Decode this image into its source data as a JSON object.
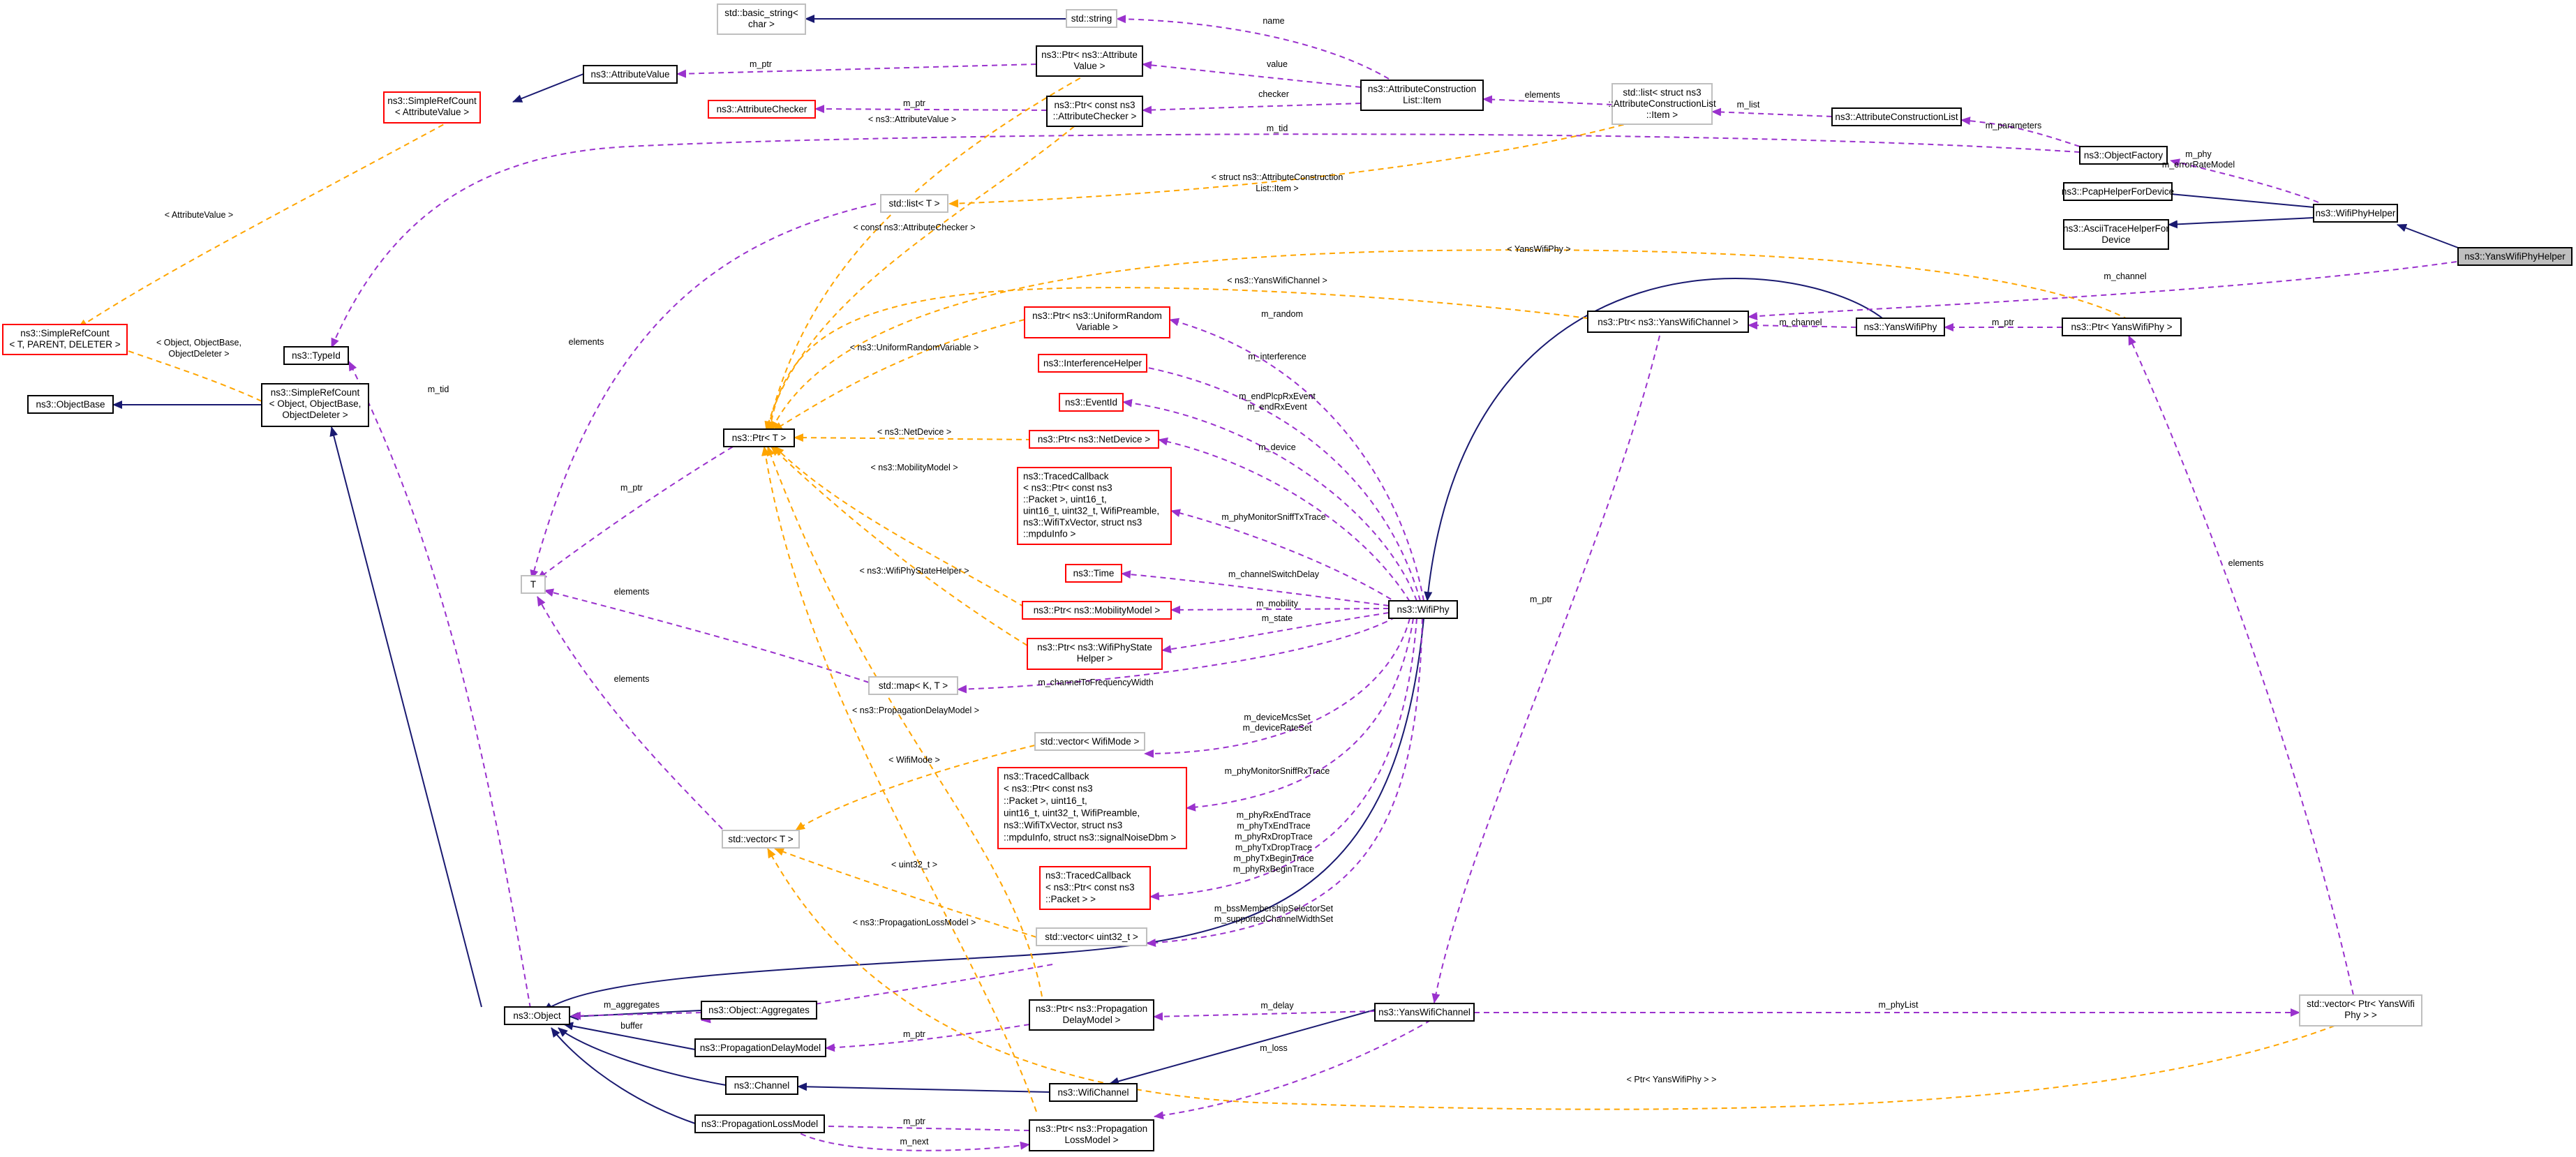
{
  "colors": {
    "inheritance": "#191970",
    "usage": "#9a32cd",
    "template": "#ffa500",
    "node_border": "#000000",
    "undocumented_node_border": "#ff0000",
    "external_node_border": "#bfbfbf",
    "highlight_fill": "#bfbfbf"
  },
  "nodes": [
    {
      "id": "yanswifiphyhelper",
      "lines": [
        "ns3::YansWifiPhyHelper"
      ],
      "style": "highlight"
    },
    {
      "id": "wifiphyhelper",
      "lines": [
        "ns3::WifiPhyHelper"
      ],
      "style": "black"
    },
    {
      "id": "pcaphelper",
      "lines": [
        "ns3::PcapHelperForDevice"
      ],
      "style": "black"
    },
    {
      "id": "asciitracehelper",
      "lines": [
        "ns3::AsciiTraceHelperFor",
        "Device"
      ],
      "style": "black"
    },
    {
      "id": "objectfactory",
      "lines": [
        "ns3::ObjectFactory"
      ],
      "style": "black"
    },
    {
      "id": "attrconstructionlist",
      "lines": [
        "ns3::AttributeConstructionList"
      ],
      "style": "black"
    },
    {
      "id": "stdlist_item",
      "lines": [
        "std::list< struct ns3",
        "::AttributeConstructionList",
        "::Item >"
      ],
      "style": "gray"
    },
    {
      "id": "attrconstructionlist_item",
      "lines": [
        "ns3::AttributeConstruction",
        "List::Item"
      ],
      "style": "black"
    },
    {
      "id": "stdstring",
      "lines": [
        "std::string"
      ],
      "style": "gray"
    },
    {
      "id": "basicstring",
      "lines": [
        "std::basic_string<",
        "char >"
      ],
      "style": "gray"
    },
    {
      "id": "ptr_attrvalue",
      "lines": [
        "ns3::Ptr< ns3::Attribute",
        "Value >"
      ],
      "style": "black"
    },
    {
      "id": "attributevalue",
      "lines": [
        "ns3::AttributeValue"
      ],
      "style": "black"
    },
    {
      "id": "src_attrvalue",
      "lines": [
        "ns3::SimpleRefCount",
        "< AttributeValue >"
      ],
      "style": "red"
    },
    {
      "id": "ptr_attrchecker",
      "lines": [
        "ns3::Ptr< const ns3",
        "::AttributeChecker >"
      ],
      "style": "black"
    },
    {
      "id": "attributechecker",
      "lines": [
        "ns3::AttributeChecker"
      ],
      "style": "red"
    },
    {
      "id": "stdlist_t",
      "lines": [
        "std::list< T >"
      ],
      "style": "gray"
    },
    {
      "id": "src_tparent",
      "lines": [
        "ns3::SimpleRefCount",
        "< T, PARENT, DELETER >"
      ],
      "style": "red"
    },
    {
      "id": "typeid",
      "lines": [
        "ns3::TypeId"
      ],
      "style": "black"
    },
    {
      "id": "src_object",
      "lines": [
        "ns3::SimpleRefCount",
        "< Object, ObjectBase,",
        "ObjectDeleter >"
      ],
      "style": "black"
    },
    {
      "id": "objectbase",
      "lines": [
        "ns3::ObjectBase"
      ],
      "style": "black"
    },
    {
      "id": "ptr_t",
      "lines": [
        "ns3::Ptr< T >"
      ],
      "style": "black"
    },
    {
      "id": "t",
      "lines": [
        "T"
      ],
      "style": "gray"
    },
    {
      "id": "ptr_urv",
      "lines": [
        "ns3::Ptr< ns3::UniformRandom",
        "Variable >"
      ],
      "style": "red"
    },
    {
      "id": "interferencehelper",
      "lines": [
        "ns3::InterferenceHelper"
      ],
      "style": "red"
    },
    {
      "id": "eventid",
      "lines": [
        "ns3::EventId"
      ],
      "style": "red"
    },
    {
      "id": "ptr_netdevice",
      "lines": [
        "ns3::Ptr< ns3::NetDevice >"
      ],
      "style": "red"
    },
    {
      "id": "tc_tx",
      "lines": [
        "ns3::TracedCallback",
        "< ns3::Ptr< const ns3",
        "::Packet >, uint16_t,",
        "uint16_t, uint32_t, WifiPreamble,",
        "ns3::WifiTxVector, struct ns3",
        "::mpduInfo >"
      ],
      "style": "red"
    },
    {
      "id": "time",
      "lines": [
        "ns3::Time"
      ],
      "style": "red"
    },
    {
      "id": "ptr_mobility",
      "lines": [
        "ns3::Ptr< ns3::MobilityModel >"
      ],
      "style": "red"
    },
    {
      "id": "ptr_phystate",
      "lines": [
        "ns3::Ptr< ns3::WifiPhyState",
        "Helper >"
      ],
      "style": "red"
    },
    {
      "id": "stdmap",
      "lines": [
        "std::map< K, T >"
      ],
      "style": "gray"
    },
    {
      "id": "vec_wifimode",
      "lines": [
        "std::vector< WifiMode >"
      ],
      "style": "gray"
    },
    {
      "id": "tc_rx",
      "lines": [
        "ns3::TracedCallback",
        "< ns3::Ptr< const ns3",
        "::Packet >, uint16_t,",
        "uint16_t, uint32_t, WifiPreamble,",
        "ns3::WifiTxVector, struct ns3",
        "::mpduInfo, struct ns3::signalNoiseDbm >"
      ],
      "style": "red"
    },
    {
      "id": "vec_t",
      "lines": [
        "std::vector< T >"
      ],
      "style": "gray"
    },
    {
      "id": "tc_packet",
      "lines": [
        "ns3::TracedCallback",
        "< ns3::Ptr< const ns3",
        "::Packet > >"
      ],
      "style": "red"
    },
    {
      "id": "vec_uint32",
      "lines": [
        "std::vector< uint32_t >"
      ],
      "style": "gray"
    },
    {
      "id": "wifiphy",
      "lines": [
        "ns3::WifiPhy"
      ],
      "style": "black"
    },
    {
      "id": "ptr_yanschannel",
      "lines": [
        "ns3::Ptr< ns3::YansWifiChannel >"
      ],
      "style": "black"
    },
    {
      "id": "yanswifiphy",
      "lines": [
        "ns3::YansWifiPhy"
      ],
      "style": "black"
    },
    {
      "id": "ptr_yansphy",
      "lines": [
        "ns3::Ptr< YansWifiPhy >"
      ],
      "style": "black"
    },
    {
      "id": "object",
      "lines": [
        "ns3::Object"
      ],
      "style": "black"
    },
    {
      "id": "aggregates",
      "lines": [
        "ns3::Object::Aggregates"
      ],
      "style": "black"
    },
    {
      "id": "propdelaymodel",
      "lines": [
        "ns3::PropagationDelayModel"
      ],
      "style": "black"
    },
    {
      "id": "ptr_propdelay",
      "lines": [
        "ns3::Ptr< ns3::Propagation",
        "DelayModel >"
      ],
      "style": "black"
    },
    {
      "id": "yanswifichannel",
      "lines": [
        "ns3::YansWifiChannel"
      ],
      "style": "black"
    },
    {
      "id": "vec_ptr_yansphy",
      "lines": [
        "std::vector< Ptr< YansWifi",
        "Phy > >"
      ],
      "style": "gray"
    },
    {
      "id": "channel",
      "lines": [
        "ns3::Channel"
      ],
      "style": "black"
    },
    {
      "id": "wifichannel",
      "lines": [
        "ns3::WifiChannel"
      ],
      "style": "black"
    },
    {
      "id": "proplossmodel",
      "lines": [
        "ns3::PropagationLossModel"
      ],
      "style": "black"
    },
    {
      "id": "ptr_proploss",
      "lines": [
        "ns3::Ptr< ns3::Propagation",
        "LossModel >"
      ],
      "style": "black"
    }
  ],
  "edge_labels": [
    {
      "id": "lbl_name",
      "lines": [
        "name"
      ]
    },
    {
      "id": "lbl_mptr_attrvalue",
      "lines": [
        "m_ptr"
      ]
    },
    {
      "id": "lbl_value",
      "lines": [
        "value"
      ]
    },
    {
      "id": "lbl_elements_list",
      "lines": [
        "elements"
      ]
    },
    {
      "id": "lbl_mlist",
      "lines": [
        "m_list"
      ]
    },
    {
      "id": "lbl_checker",
      "lines": [
        "checker"
      ]
    },
    {
      "id": "lbl_mptr_checker",
      "lines": [
        "m_ptr"
      ]
    },
    {
      "id": "lbl_tpl_attrvalue2",
      "lines": [
        "< ns3::AttributeValue >"
      ]
    },
    {
      "id": "lbl_mparameters",
      "lines": [
        "m_parameters"
      ]
    },
    {
      "id": "lbl_mtid_top",
      "lines": [
        "m_tid"
      ]
    },
    {
      "id": "lbl_mphy",
      "lines": [
        "m_phy",
        "m_errorRateModel"
      ]
    },
    {
      "id": "lbl_tpl_item",
      "lines": [
        "< struct ns3::AttributeConstruction",
        "List::Item >"
      ]
    },
    {
      "id": "lbl_tpl_attrvalue",
      "lines": [
        "< AttributeValue >"
      ]
    },
    {
      "id": "lbl_tpl_checker",
      "lines": [
        "< const ns3::AttributeChecker >"
      ]
    },
    {
      "id": "lbl_tpl_yansphy",
      "lines": [
        "< YansWifiPhy >"
      ]
    },
    {
      "id": "lbl_mchannel_top",
      "lines": [
        "m_channel"
      ]
    },
    {
      "id": "lbl_tpl_yanschannel",
      "lines": [
        "< ns3::YansWifiChannel >"
      ]
    },
    {
      "id": "lbl_elements_t1",
      "lines": [
        "elements"
      ]
    },
    {
      "id": "lbl_tpl_objectbase",
      "lines": [
        "< Object, ObjectBase,",
        "ObjectDeleter >"
      ]
    },
    {
      "id": "lbl_mrandom",
      "lines": [
        "m_random"
      ]
    },
    {
      "id": "lbl_tpl_urv",
      "lines": [
        "< ns3::UniformRandomVariable >"
      ]
    },
    {
      "id": "lbl_minterference",
      "lines": [
        "m_interference"
      ]
    },
    {
      "id": "lbl_mtid_left",
      "lines": [
        "m_tid"
      ]
    },
    {
      "id": "lbl_mchannel_mid",
      "lines": [
        "m_channel"
      ]
    },
    {
      "id": "lbl_mptr_yans",
      "lines": [
        "m_ptr"
      ]
    },
    {
      "id": "lbl_mend",
      "lines": [
        "m_endPlcpRxEvent",
        "m_endRxEvent"
      ]
    },
    {
      "id": "lbl_tpl_netdevice",
      "lines": [
        "< ns3::NetDevice >"
      ]
    },
    {
      "id": "lbl_mdevice",
      "lines": [
        "m_device"
      ]
    },
    {
      "id": "lbl_tpl_mobility",
      "lines": [
        "< ns3::MobilityModel >"
      ]
    },
    {
      "id": "lbl_mptr_t",
      "lines": [
        "m_ptr"
      ]
    },
    {
      "id": "lbl_mphytx",
      "lines": [
        "m_phyMonitorSniffTxTrace"
      ]
    },
    {
      "id": "lbl_tpl_phystate",
      "lines": [
        "< ns3::WifiPhyStateHelper >"
      ]
    },
    {
      "id": "lbl_mswitch",
      "lines": [
        "m_channelSwitchDelay"
      ]
    },
    {
      "id": "lbl_elements_t2",
      "lines": [
        "elements"
      ]
    },
    {
      "id": "lbl_mmobility",
      "lines": [
        "m_mobility"
      ]
    },
    {
      "id": "lbl_mstate",
      "lines": [
        "m_state"
      ]
    },
    {
      "id": "lbl_mptr_yanschannel",
      "lines": [
        "m_ptr"
      ]
    },
    {
      "id": "lbl_elements_vec",
      "lines": [
        "elements"
      ]
    },
    {
      "id": "lbl_mchanfreq",
      "lines": [
        "m_channelToFrequencyWidth"
      ]
    },
    {
      "id": "lbl_elements_t3",
      "lines": [
        "elements"
      ]
    },
    {
      "id": "lbl_tpl_propdelay",
      "lines": [
        "< ns3::PropagationDelayModel >"
      ]
    },
    {
      "id": "lbl_mdevicemcs",
      "lines": [
        "m_deviceMcsSet",
        "m_deviceRateSet"
      ]
    },
    {
      "id": "lbl_tpl_wifimode",
      "lines": [
        "< WifiMode >"
      ]
    },
    {
      "id": "lbl_mphyrx",
      "lines": [
        "m_phyMonitorSniffRxTrace"
      ]
    },
    {
      "id": "lbl_mphytraces",
      "lines": [
        "m_phyRxEndTrace",
        "m_phyTxEndTrace",
        "m_phyRxDropTrace",
        "m_phyTxDropTrace",
        "m_phyTxBeginTrace",
        "m_phyRxBeginTrace"
      ]
    },
    {
      "id": "lbl_tpl_uint32",
      "lines": [
        "< uint32_t >"
      ]
    },
    {
      "id": "lbl_mbss",
      "lines": [
        "m_bssMembershipSelectorSet",
        "m_supportedChannelWidthSet"
      ]
    },
    {
      "id": "lbl_tpl_proploss",
      "lines": [
        "< ns3::PropagationLossModel >"
      ]
    },
    {
      "id": "lbl_maggregates",
      "lines": [
        "m_aggregates"
      ]
    },
    {
      "id": "lbl_buffer",
      "lines": [
        "buffer"
      ]
    },
    {
      "id": "lbl_mdelay",
      "lines": [
        "m_delay"
      ]
    },
    {
      "id": "lbl_mphylist",
      "lines": [
        "m_phyList"
      ]
    },
    {
      "id": "lbl_mptr_propdelay",
      "lines": [
        "m_ptr"
      ]
    },
    {
      "id": "lbl_mloss",
      "lines": [
        "m_loss"
      ]
    },
    {
      "id": "lbl_tpl_ptryansphy",
      "lines": [
        "< Ptr< YansWifiPhy > >"
      ]
    },
    {
      "id": "lbl_mptr_proploss",
      "lines": [
        "m_ptr"
      ]
    },
    {
      "id": "lbl_mnext",
      "lines": [
        "m_next"
      ]
    }
  ]
}
